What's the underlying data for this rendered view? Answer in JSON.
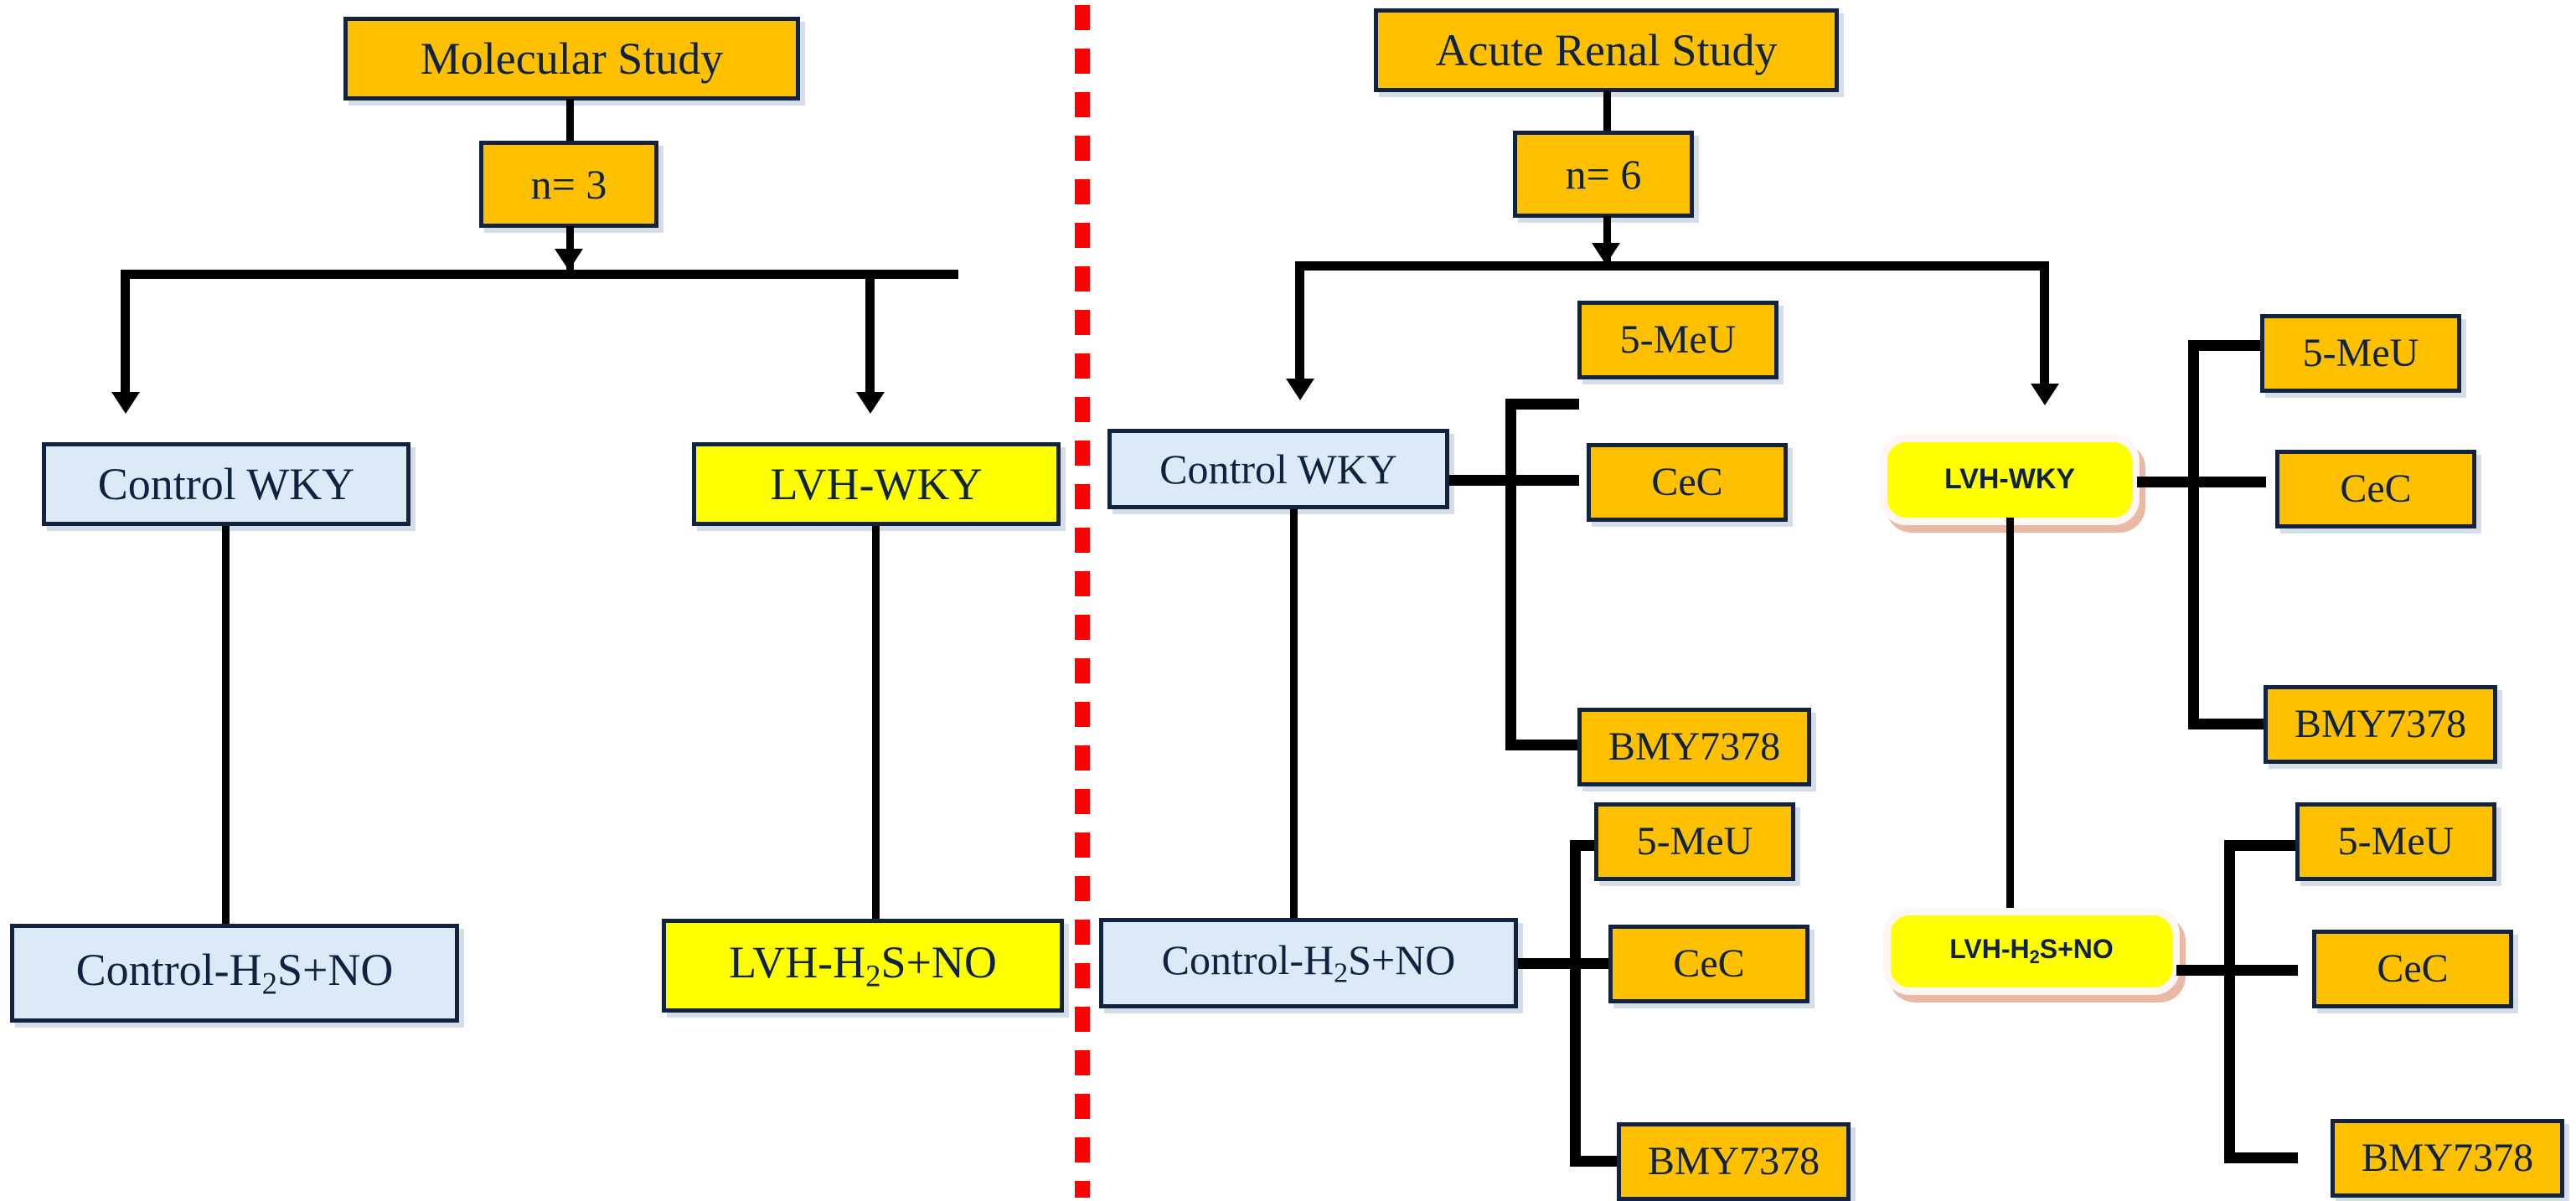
{
  "figure": {
    "type": "flowchart",
    "panels": [
      {
        "id": "molecular",
        "title": "Molecular Study",
        "sample_size": "n= 3",
        "groups": [
          {
            "name": "Control WKY",
            "style": "blue",
            "child": "Control-H2S+NO",
            "child_style": "blue",
            "treatments": []
          },
          {
            "name": "LVH-WKY",
            "style": "yellow",
            "child": "LVH-H2S+NO",
            "child_style": "yellow",
            "treatments": []
          }
        ]
      },
      {
        "id": "acute-renal",
        "title": "Acute Renal Study",
        "sample_size": "n= 6",
        "groups": [
          {
            "name": "Control WKY",
            "style": "blue",
            "child": "Control-H2S+NO",
            "child_style": "blue",
            "treatments": [
              "5-MeU",
              "CeC",
              "BMY7378"
            ]
          },
          {
            "name": "LVH-WKY",
            "style": "yellow-rounded",
            "child": "LVH-H2S+NO",
            "child_style": "yellow-rounded",
            "treatments": [
              "5-MeU",
              "CeC",
              "BMY7378"
            ]
          }
        ]
      }
    ],
    "divider": {
      "kind": "dashed-vertical-line",
      "color": "#FF0000"
    }
  },
  "nodes": {
    "molecular_title": "Molecular Study",
    "molecular_n": "n= 3",
    "mol_control_wky": "Control WKY",
    "mol_lvh_wky": "LVH-WKY",
    "mol_control_child_pre": "Control-H",
    "mol_control_child_sub": "2",
    "mol_control_child_post": "S+NO",
    "mol_lvh_child_pre": "LVH-H",
    "mol_lvh_child_sub": "2",
    "mol_lvh_child_post": "S+NO",
    "renal_title": "Acute Renal Study",
    "renal_n": "n= 6",
    "renal_control_wky": "Control WKY",
    "renal_lvh_wky": "LVH-WKY",
    "renal_control_child_pre": "Control-H",
    "renal_control_child_sub": "2",
    "renal_control_child_post": "S+NO",
    "renal_lvh_child_pre": "LVH-H",
    "renal_lvh_child_sub": "2",
    "renal_lvh_child_post": "S+NO",
    "drug_5meu": "5-MeU",
    "drug_cec": "CeC",
    "drug_bmy": "BMY7378"
  },
  "colors": {
    "gold": "#FFC000",
    "light_blue": "#DCE9F7",
    "yellow": "#FFFF00",
    "border_navy": "#12233F",
    "divider_red": "#FF0000",
    "connector_black": "#000000"
  }
}
